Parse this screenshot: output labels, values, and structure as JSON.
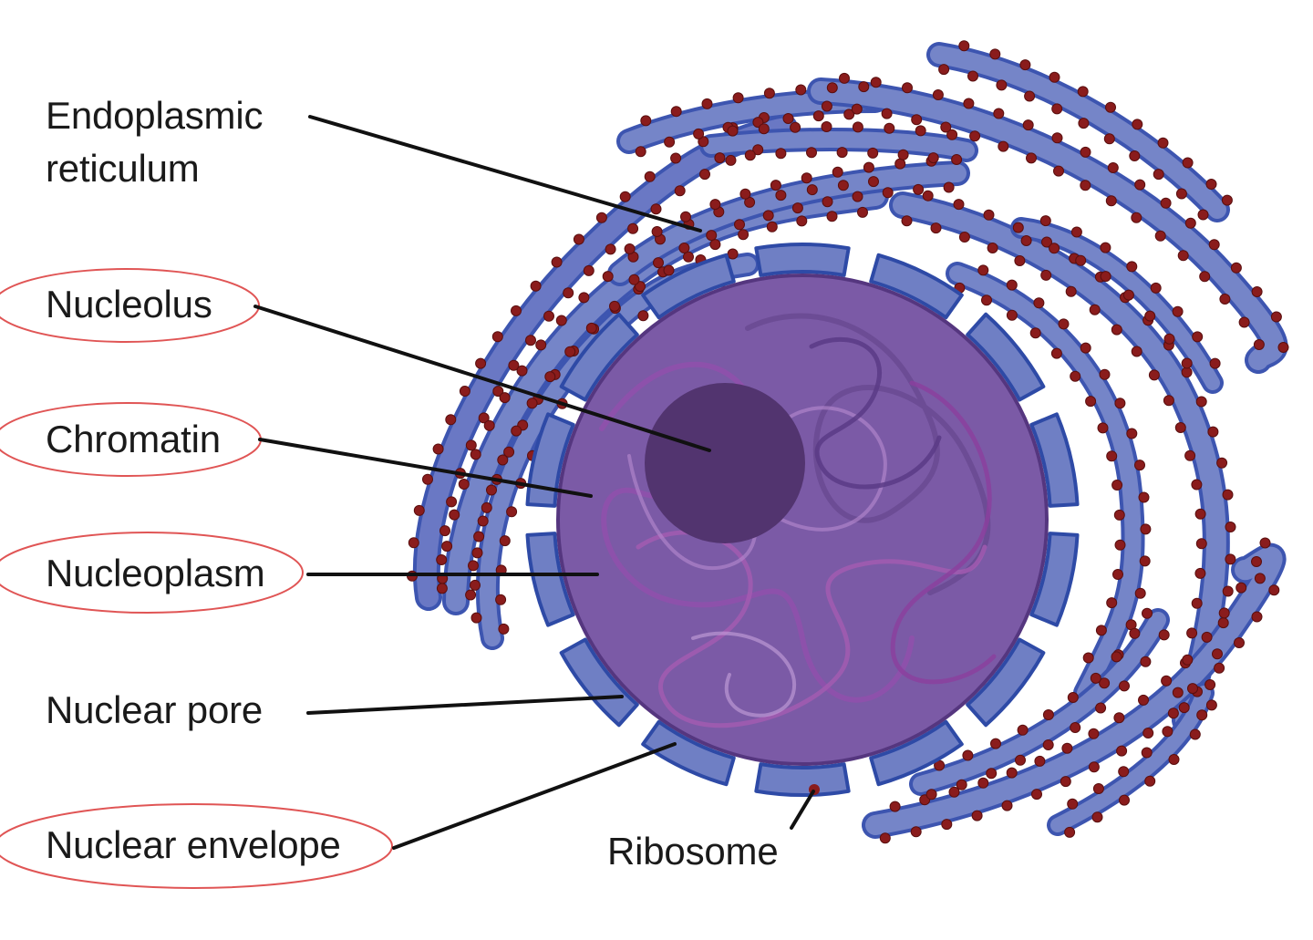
{
  "labels": {
    "endoplasmic_reticulum": {
      "line1": "Endoplasmic",
      "line2": "reticulum"
    },
    "nucleolus": "Nucleolus",
    "chromatin": "Chromatin",
    "nucleoplasm": "Nucleoplasm",
    "nuclear_pore": "Nuclear pore",
    "nuclear_envelope": "Nuclear envelope",
    "ribosome": "Ribosome"
  },
  "highlighted": [
    "nucleolus",
    "chromatin",
    "nucleoplasm",
    "nuclear_envelope"
  ],
  "colors": {
    "er_fill": "#7180c4",
    "er_stroke": "#3d55b0",
    "ribosome": "#8a1c1c",
    "envelope_fill": "#6f7fc4",
    "envelope_stroke": "#2e4aa6",
    "nucleoplasm": "#7b5aa6",
    "nucleolus": "#52346f",
    "chromatin": "#8a4aa0",
    "leader": "#111111",
    "highlight_ring": "#e05555"
  }
}
